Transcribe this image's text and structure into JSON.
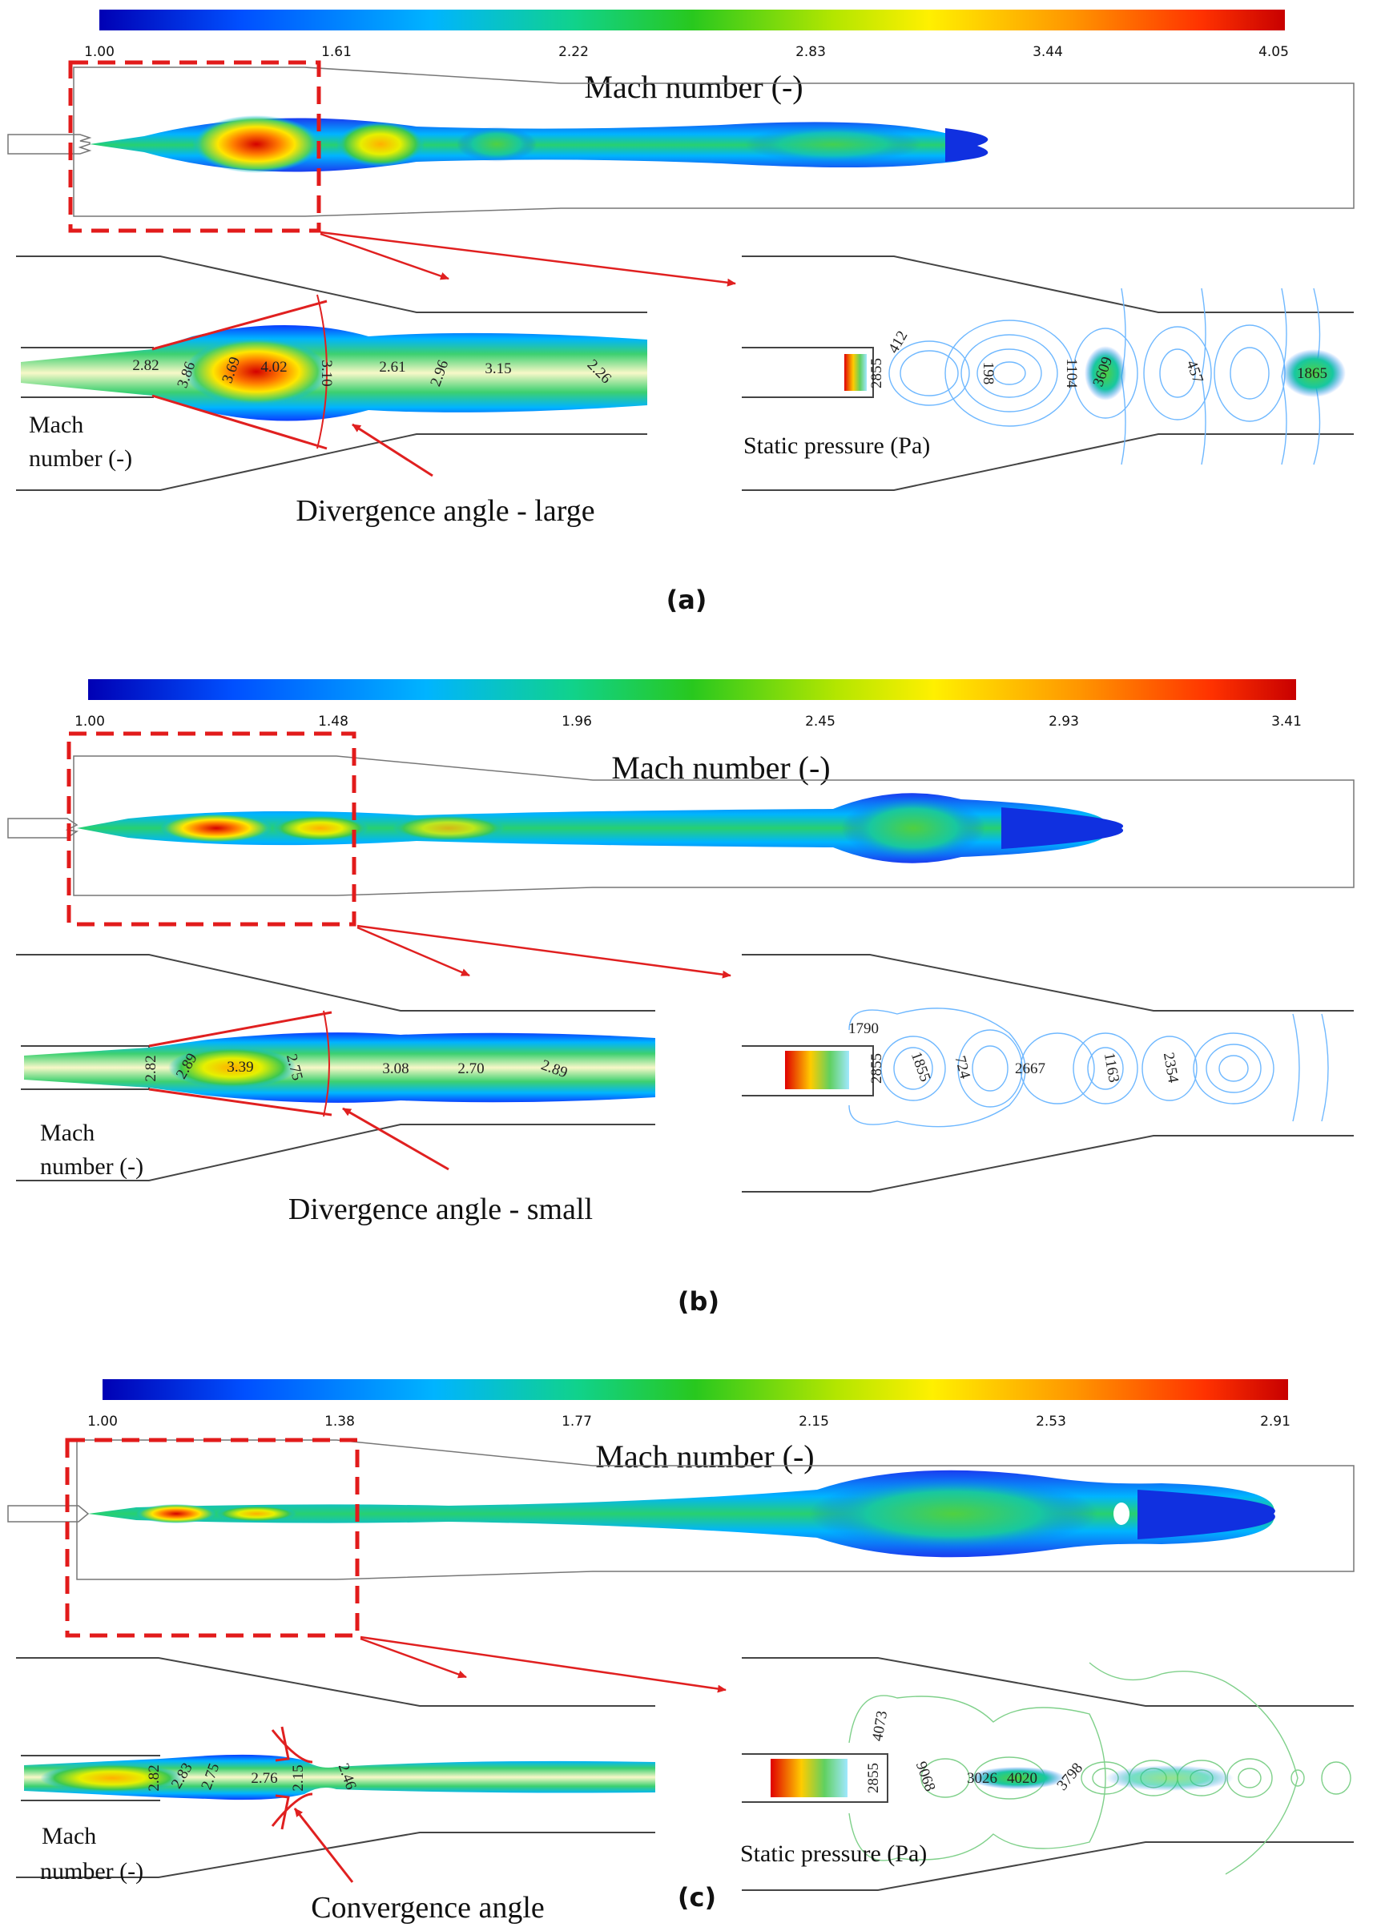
{
  "colors": {
    "ramp": [
      "#0000b4",
      "#0050ff",
      "#00b4ff",
      "#10d28c",
      "#28c81e",
      "#b4e600",
      "#fff000",
      "#ff9600",
      "#ff3200",
      "#c80000"
    ],
    "zoom_box": "#e21b1b",
    "arrow": "#e02020",
    "contour_blue": "#6fb8ff",
    "contour_green": "#7fd08a"
  },
  "panels": [
    {
      "id": "a",
      "label": "(a)",
      "colorbar_ticks": [
        "1.00",
        "1.61",
        "2.22",
        "2.83",
        "3.44",
        "4.05"
      ],
      "colorbar_title": "Mach number (-)",
      "mach_label_line1": "Mach",
      "mach_label_line2": "number (-)",
      "pressure_label": "Static pressure (Pa)",
      "angle_caption": "Divergence angle - large",
      "mach_values": [
        "2.82",
        "3.86",
        "3.69",
        "4.02",
        "3.10",
        "2.61",
        "2.96",
        "3.15",
        "2.26"
      ],
      "pressure_values": [
        "2855",
        "412",
        "198",
        "1104",
        "3609",
        "457",
        "1865"
      ]
    },
    {
      "id": "b",
      "label": "(b)",
      "colorbar_ticks": [
        "1.00",
        "1.48",
        "1.96",
        "2.45",
        "2.93",
        "3.41"
      ],
      "colorbar_title": "Mach number (-)",
      "mach_label_line1": "Mach",
      "mach_label_line2": "number (-)",
      "pressure_label": "",
      "angle_caption": "Divergence angle - small",
      "mach_values": [
        "2.82",
        "2.89",
        "3.39",
        "2.75",
        "3.08",
        "2.70",
        "2.89"
      ],
      "pressure_values": [
        "1790",
        "2855",
        "1855",
        "724",
        "2667",
        "1163",
        "2354"
      ]
    },
    {
      "id": "c",
      "label": "(c)",
      "colorbar_ticks": [
        "1.00",
        "1.38",
        "1.77",
        "2.15",
        "2.53",
        "2.91"
      ],
      "colorbar_title": "Mach number (-)",
      "mach_label_line1": "Mach",
      "mach_label_line2": "number (-)",
      "pressure_label": "Static pressure (Pa)",
      "angle_caption": "Convergence angle",
      "mach_values": [
        "2.82",
        "2.83",
        "2.75",
        "2.76",
        "2.15",
        "2.46"
      ],
      "pressure_values": [
        "4073",
        "2855",
        "9068",
        "3026",
        "4020",
        "3798"
      ]
    }
  ]
}
